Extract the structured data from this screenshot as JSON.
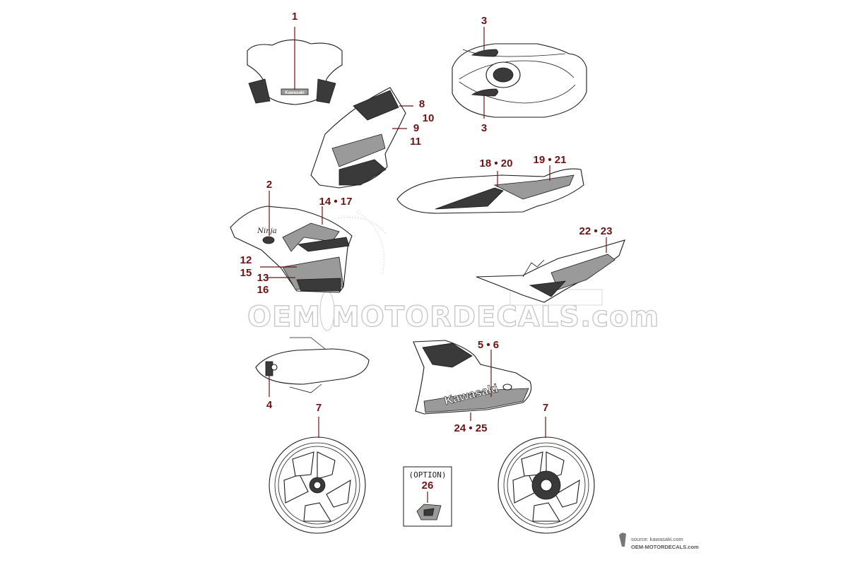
{
  "callouts": {
    "c1": "1",
    "c2": "2",
    "c3a": "3",
    "c3b": "3",
    "c4": "4",
    "c5_6": "5 • 6",
    "c7a": "7",
    "c7b": "7",
    "c8": "8",
    "c9": "9",
    "c10": "10",
    "c11": "11",
    "c12": "12",
    "c13": "13",
    "c14_17": "14 • 17",
    "c15": "15",
    "c16": "16",
    "c18_20": "18 • 20",
    "c19_21": "19 • 21",
    "c22_23": "22 • 23",
    "c24_25": "24 • 25",
    "c26": "26"
  },
  "option_box": {
    "title": "(OPTION)"
  },
  "watermark": {
    "text": "OEM MOTORDECALS.com"
  },
  "decal_text": {
    "kawasaki_fairing": "Kawasaki",
    "kawasaki_screen": "Kawasaki",
    "ninja": "Ninja"
  },
  "footer": {
    "source": "source: kawasaki.com",
    "site": "OEM-MOTORDECALS.com"
  },
  "colors": {
    "callout": "#6b1414",
    "watermark": "#c4c4c4",
    "line_art": "#1a1a1a"
  }
}
